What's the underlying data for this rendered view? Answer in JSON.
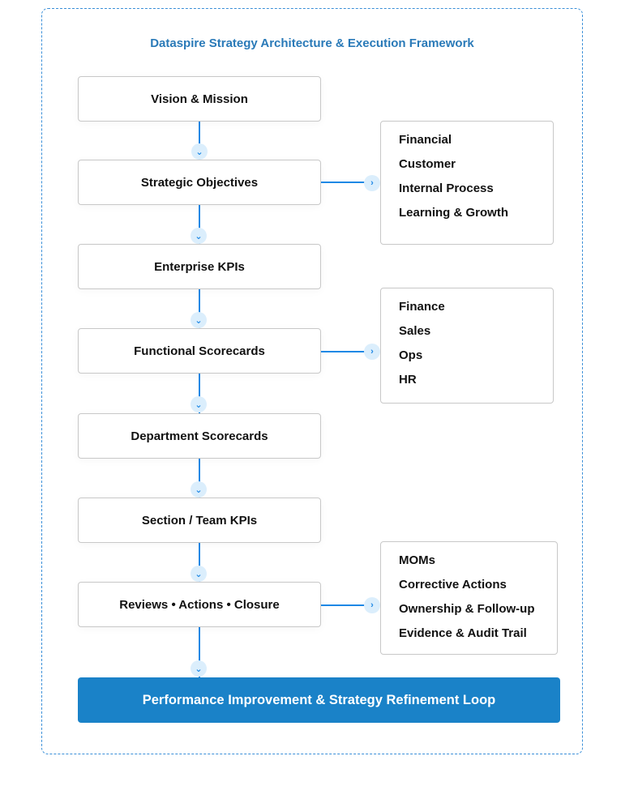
{
  "title": "Dataspire Strategy Architecture & Execution Framework",
  "steps": [
    "Vision & Mission",
    "Strategic Objectives",
    "Enterprise KPIs",
    "Functional Scorecards",
    "Department Scorecards",
    "Section / Team KPIs",
    "Reviews • Actions • Closure"
  ],
  "perspectives": [
    "Financial",
    "Customer",
    "Internal Process",
    "Learning & Growth"
  ],
  "functions": [
    "Finance",
    "Sales",
    "Ops",
    "HR"
  ],
  "review_items": [
    "MOMs",
    "Corrective Actions",
    "Ownership & Follow-up",
    "Evidence & Audit Trail"
  ],
  "loop": "Performance Improvement & Strategy Refinement Loop",
  "colors": {
    "accent": "#1e88e5",
    "title": "#2a7ab8",
    "loop": "#1a82c8"
  }
}
